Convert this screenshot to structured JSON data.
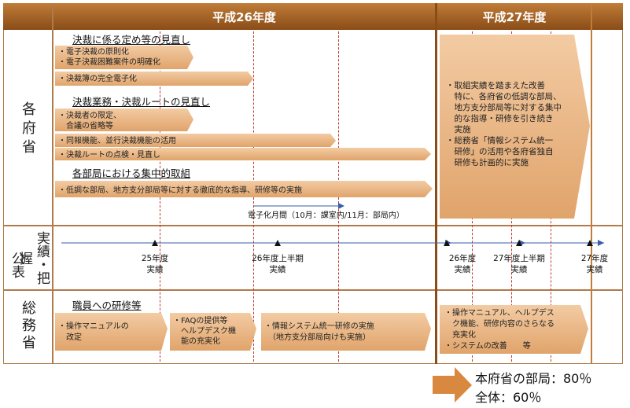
{
  "header": {
    "year26": "平成26年度",
    "year27": "平成27年度"
  },
  "rows": {
    "ministries": "各府省",
    "perf_a": "実績・把握",
    "perf_b": "公表",
    "internal": "総務省"
  },
  "ministries": {
    "h1": "決裁に係る定め等の見直し",
    "b1": [
      "・電子決裁の原則化",
      "・電子決裁困難案件の明確化"
    ],
    "b2": "・決裁簿の完全電子化",
    "h2": "決裁業務・決裁ルートの見直し",
    "b3": [
      "・決裁者の限定、",
      "　合議の省略等"
    ],
    "b4": "・同報機能、並行決裁機能の活用",
    "b5": "・決裁ルートの点検・見直し",
    "h3": "各部局における集中的取組",
    "b6": "・低調な部局、地方支分部局等に対する徹底的な指導、研修等の実施",
    "month": "電子化月間（10月：課室内/11月：部局内）",
    "right": [
      "・取組実績を踏まえた改善",
      "　特に、各府省の低調な部局、",
      "　地方支分部局等に対する集中",
      "　的な指導・研修を引き続き",
      "　実施",
      "・総務省「情報システム統一",
      "　研修」の活用や各府省独自",
      "　研修も計画的に実施"
    ]
  },
  "perf": {
    "m1": [
      "25年度",
      "実績"
    ],
    "m2": [
      "26年度上半期",
      "実績"
    ],
    "m3": [
      "26年度",
      "実績"
    ],
    "m4": [
      "27年度上半期",
      "実績"
    ],
    "m5": [
      "27年度",
      "実績"
    ]
  },
  "internal": {
    "h": "職員への研修等",
    "b1": [
      "・操作マニュアルの",
      "　改定"
    ],
    "b2": [
      "・FAQの提供等",
      "　ヘルプデスク機",
      "　能の充実化"
    ],
    "b3": [
      "・情報システム統一研修の実施",
      "　（地方支分部局向けも実施）"
    ],
    "right": [
      "・操作マニュアル、ヘルプデス",
      "　ク機能、研修内容のさらなる",
      "　充実化",
      "・システムの改善　　等"
    ]
  },
  "target": {
    "line1": "本府省の部局：80％",
    "line2": "全体：60％"
  }
}
